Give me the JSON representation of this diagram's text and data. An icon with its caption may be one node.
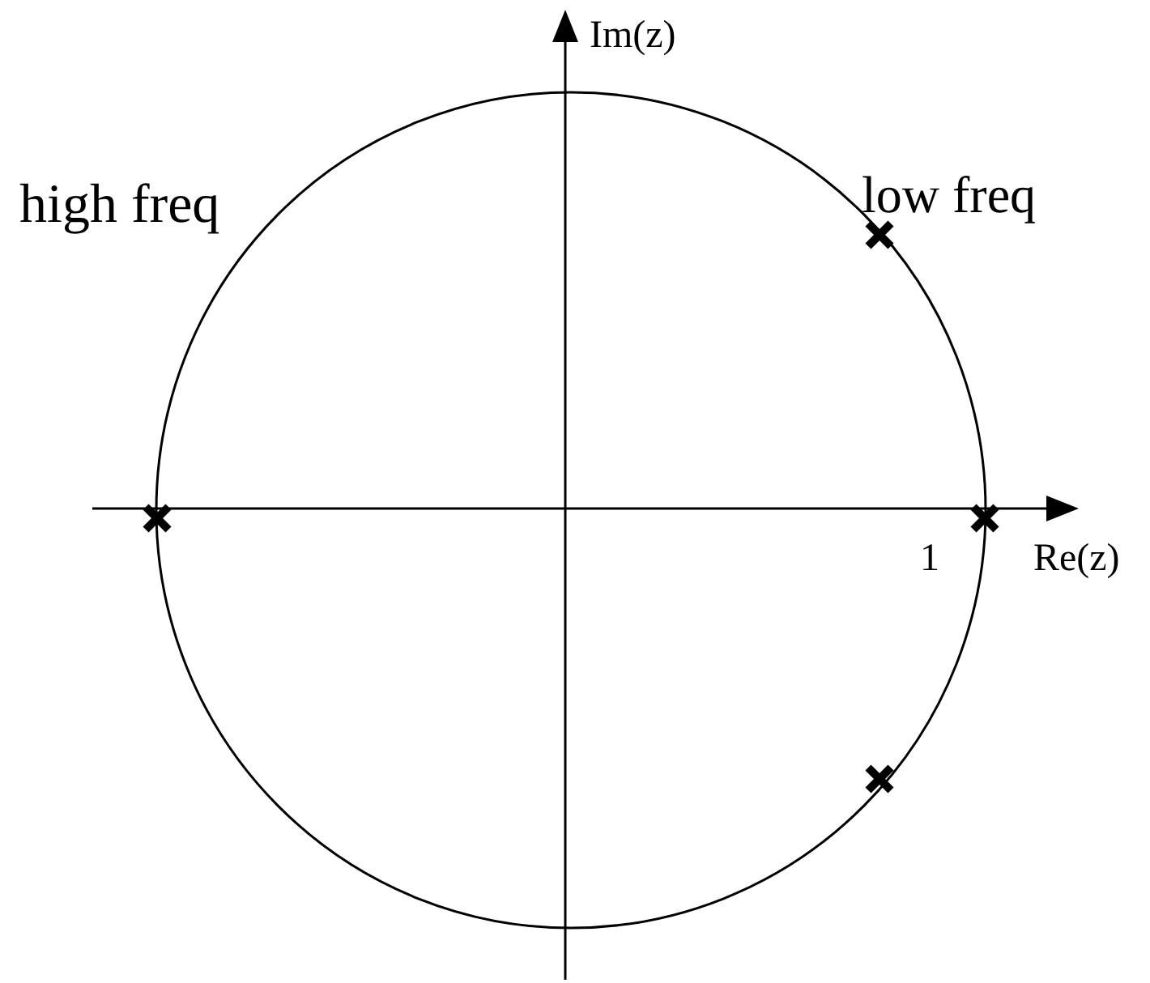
{
  "diagram": {
    "labels": [
      "Im(z)",
      "high freq",
      "low freq",
      "1",
      "Re(z)"
    ]
  }
}
